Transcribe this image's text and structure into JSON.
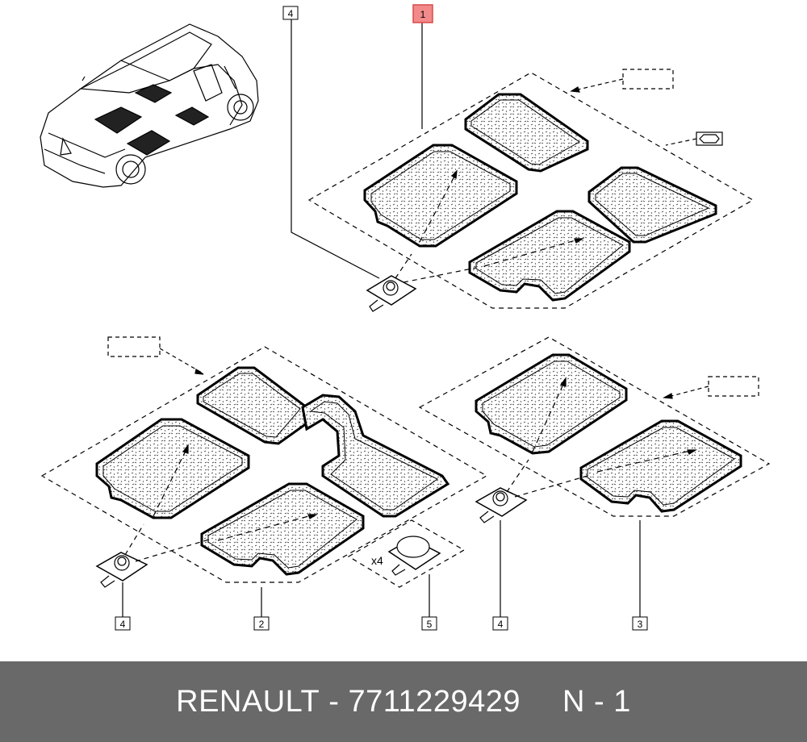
{
  "diagram": {
    "callouts": {
      "c1": "1",
      "c4_top": "4",
      "c4_left": "4",
      "c2": "2",
      "c5": "5",
      "c4_right": "4",
      "c3": "3"
    },
    "quantity_label": "x4",
    "highlight_color": "#f28a8a"
  },
  "footer": {
    "brand": "RENAULT",
    "separator": "-",
    "part_number": "7711229429",
    "position_code": "N - 1"
  }
}
